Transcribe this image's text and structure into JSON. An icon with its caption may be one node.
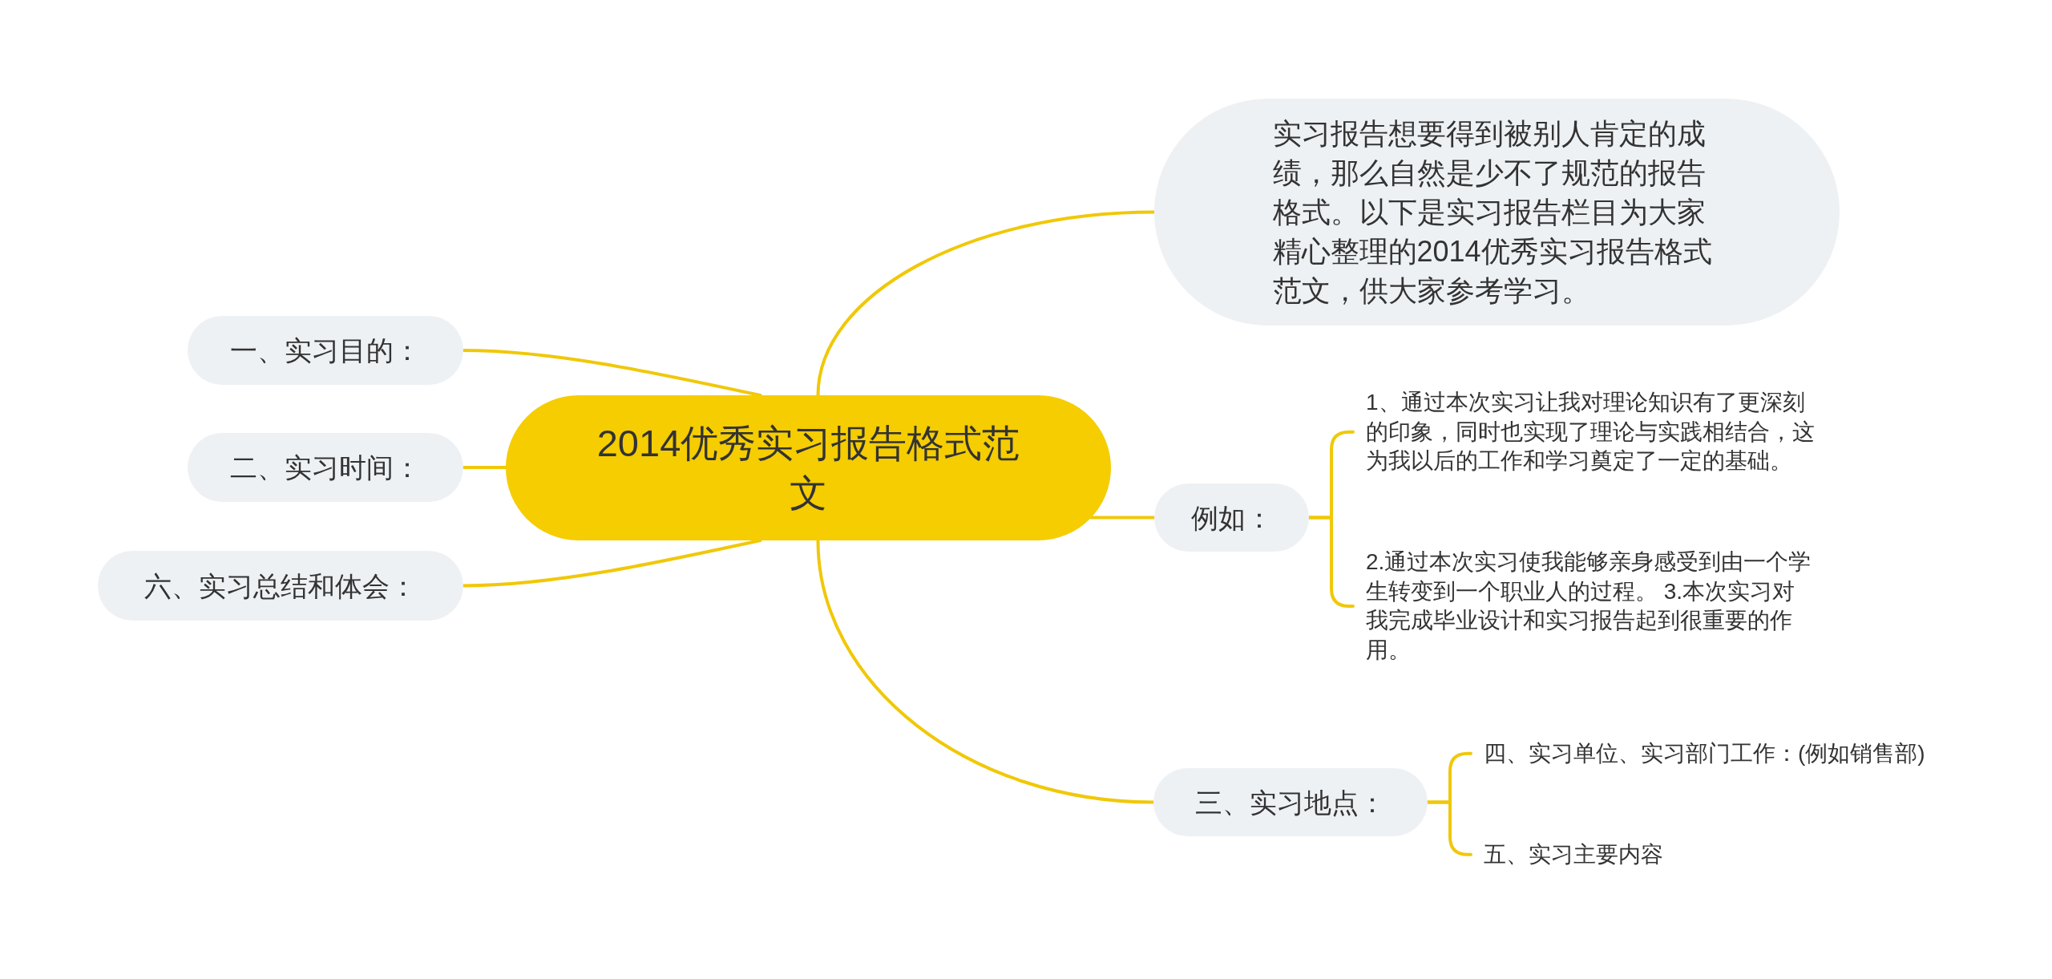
{
  "diagram": {
    "nodes": [
      {
        "text": [
          "2014优秀实习报告格式范文"
        ]
      },
      {
        "text": [
          "实习报告想要得到被别人肯定的成绩，那么自然是少不了规范的报告格式。以下是实习报告栏目为大家精心整理的2014优秀实习报告格式范文，供大家参考学习。"
        ]
      },
      {
        "text": [
          "例如："
        ]
      },
      {
        "text": [
          "1、通过本次实习让我对理论知识有了更深刻的印象，同时也实现了理论与实践相结合，这为我以后的工作和学习奠定了一定的基础。"
        ]
      },
      {
        "text": [
          "2.通过本次实习使我能够亲身感受到由一个学生转变到一个职业人的过程。 3.本次实习对我完成毕业设计和实习报告起到很重要的作用。"
        ]
      },
      {
        "text": [
          "三、实习地点："
        ]
      },
      {
        "text": [
          "四、实习单位、实习部门工作：(例如销售部)"
        ]
      },
      {
        "text": [
          "五、实习主要内容"
        ]
      },
      {
        "text": [
          "一、实习目的："
        ]
      },
      {
        "text": [
          "二、实习时间："
        ]
      },
      {
        "text": [
          "六、实习总结和体会："
        ]
      }
    ],
    "edges": [
      {
        "from": 0,
        "to": 1,
        "arrow": "none"
      },
      {
        "from": 0,
        "to": 2,
        "arrow": "none"
      },
      {
        "from": 2,
        "to": 3,
        "arrow": "none"
      },
      {
        "from": 2,
        "to": 4,
        "arrow": "none"
      },
      {
        "from": 0,
        "to": 5,
        "arrow": "none"
      },
      {
        "from": 5,
        "to": 6,
        "arrow": "none"
      },
      {
        "from": 5,
        "to": 7,
        "arrow": "none"
      },
      {
        "from": 0,
        "to": 8,
        "arrow": "none"
      },
      {
        "from": 0,
        "to": 9,
        "arrow": "none"
      },
      {
        "from": 0,
        "to": 10,
        "arrow": "none"
      }
    ]
  }
}
